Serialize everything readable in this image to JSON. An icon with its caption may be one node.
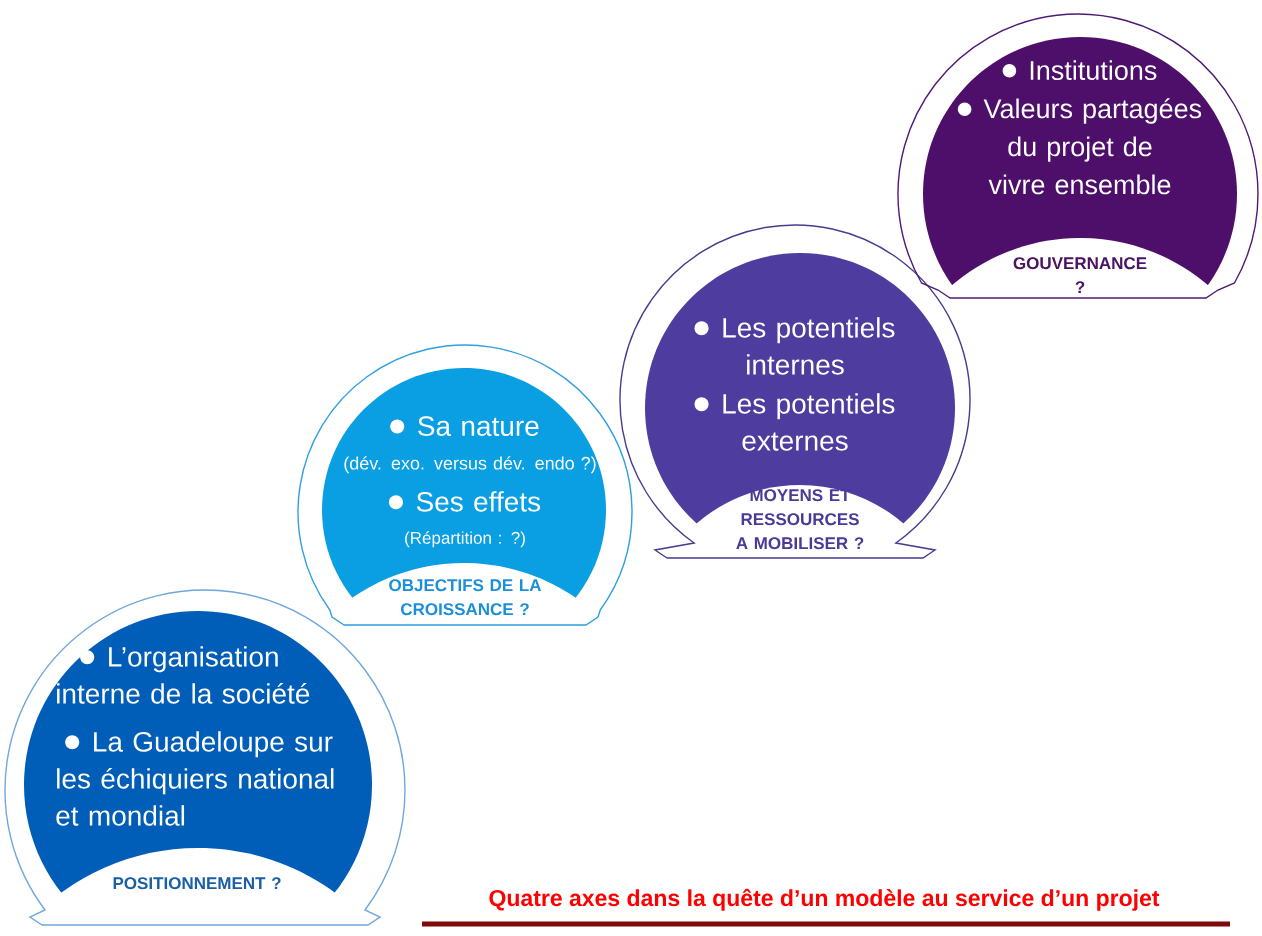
{
  "diagram": {
    "caption": "Quatre axes dans la quête d’un modèle au service d’un projet",
    "nodes": [
      {
        "text": [
          "L’organisation interne de la société",
          "La Guadeloupe sur les échiquiers national et mondial",
          "POSITIONNEMENT ?"
        ]
      },
      {
        "text": [
          "Sa nature",
          "(dév. exo. versus dév. endo ?)",
          "Ses effets",
          "(Répartition : ?)",
          "OBJECTIFS DE LA CROISSANCE ?"
        ]
      },
      {
        "text": [
          "Les potentiels internes",
          "Les potentiels externes",
          "MOYENS ET RESSOURCES A MOBILISER ?"
        ]
      },
      {
        "text": [
          "Institutions",
          "Valeurs partagées du projet de vivre ensemble",
          "GOUVERNANCE ?"
        ]
      }
    ]
  }
}
